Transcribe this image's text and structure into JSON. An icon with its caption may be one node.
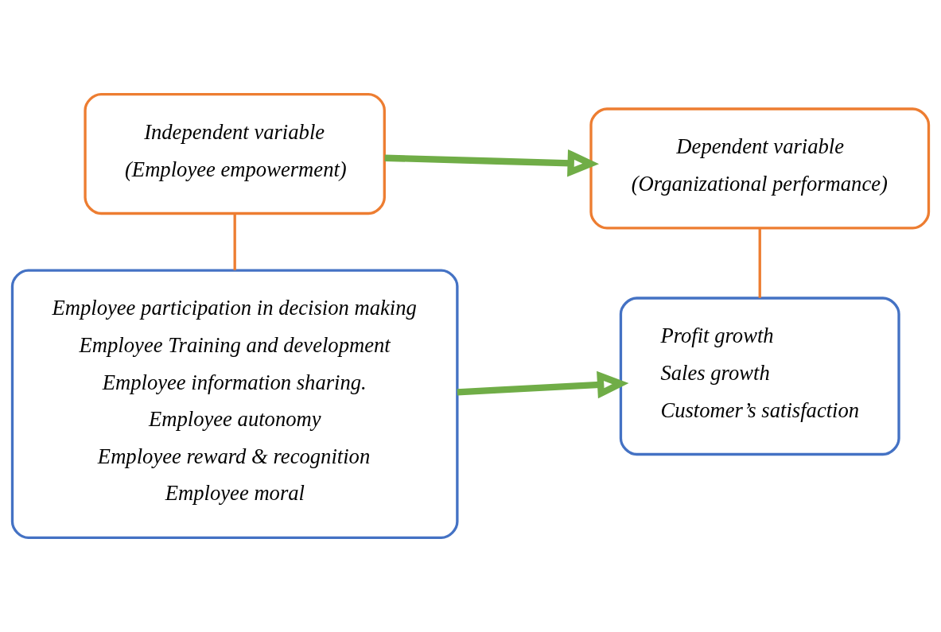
{
  "diagram": {
    "nodes": [
      {
        "text": [
          "Independent variable",
          "(Employee empowerment)"
        ]
      },
      {
        "text": [
          "Dependent variable",
          "(Organizational performance)"
        ]
      },
      {
        "text": [
          "Employee participation in decision making",
          "Employee Training and development",
          "Employee information sharing.",
          "Employee autonomy",
          "Employee reward & recognition",
          "Employee moral"
        ]
      },
      {
        "text": [
          "Profit growth",
          "Sales growth",
          "Customer’s satisfaction"
        ]
      }
    ],
    "edges": [
      {
        "from": 0,
        "to": 1,
        "arrow": "to",
        "style": "thick"
      },
      {
        "from": 0,
        "to": 2,
        "arrow": "none",
        "color": "#ed7d31"
      },
      {
        "from": 1,
        "to": 3,
        "arrow": "none",
        "color": "#ed7d31"
      },
      {
        "from": 2,
        "to": 3,
        "arrow": "to",
        "style": "thick"
      }
    ]
  }
}
